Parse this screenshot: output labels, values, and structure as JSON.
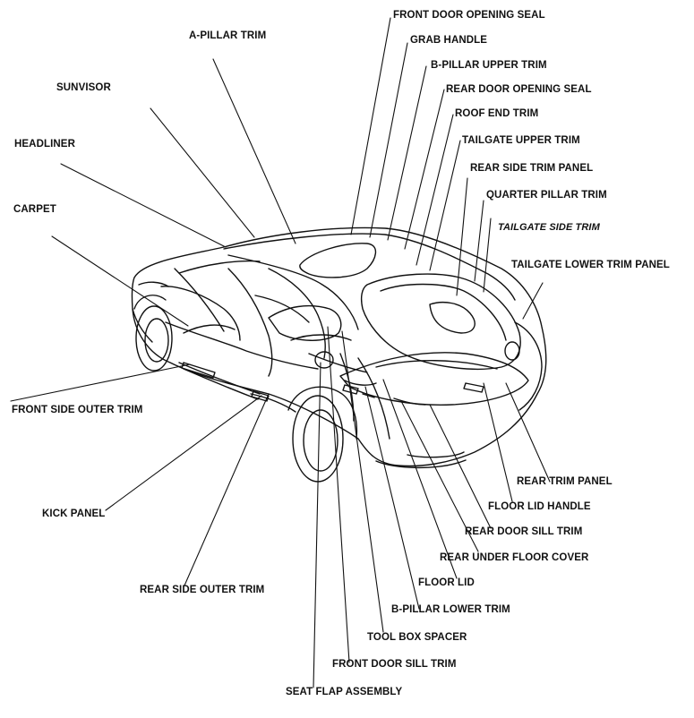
{
  "diagram": {
    "labels": [
      {
        "id": "front-door-opening-seal",
        "text": "FRONT DOOR OPENING SEAL"
      },
      {
        "id": "grab-handle",
        "text": "GRAB HANDLE"
      },
      {
        "id": "a-pillar-trim",
        "text": "A-PILLAR TRIM"
      },
      {
        "id": "b-pillar-upper-trim",
        "text": "B-PILLAR UPPER TRIM"
      },
      {
        "id": "sunvisor",
        "text": "SUNVISOR"
      },
      {
        "id": "rear-door-opening-seal",
        "text": "REAR DOOR OPENING SEAL"
      },
      {
        "id": "roof-end-trim",
        "text": "ROOF END TRIM"
      },
      {
        "id": "tailgate-upper-trim",
        "text": "TAILGATE UPPER TRIM"
      },
      {
        "id": "headliner",
        "text": "HEADLINER"
      },
      {
        "id": "rear-side-trim-panel",
        "text": "REAR SIDE TRIM PANEL"
      },
      {
        "id": "quarter-pillar-trim",
        "text": "QUARTER PILLAR TRIM"
      },
      {
        "id": "carpet",
        "text": "CARPET"
      },
      {
        "id": "tailgate-side-trim",
        "text": "TAILGATE SIDE TRIM"
      },
      {
        "id": "tailgate-lower-trim-panel",
        "text": "TAILGATE LOWER TRIM PANEL"
      },
      {
        "id": "front-side-outer-trim",
        "text": "FRONT SIDE OUTER TRIM"
      },
      {
        "id": "rear-trim-panel",
        "text": "REAR TRIM PANEL"
      },
      {
        "id": "floor-lid-handle",
        "text": "FLOOR LID HANDLE"
      },
      {
        "id": "kick-panel",
        "text": "KICK PANEL"
      },
      {
        "id": "rear-door-sill-trim",
        "text": "REAR DOOR SILL TRIM"
      },
      {
        "id": "rear-under-floor-cover",
        "text": "REAR UNDER FLOOR COVER"
      },
      {
        "id": "floor-lid",
        "text": "FLOOR LID"
      },
      {
        "id": "rear-side-outer-trim",
        "text": "REAR SIDE OUTER TRIM"
      },
      {
        "id": "b-pillar-lower-trim",
        "text": "B-PILLAR LOWER TRIM"
      },
      {
        "id": "tool-box-spacer",
        "text": "TOOL BOX SPACER"
      },
      {
        "id": "front-door-sill-trim",
        "text": "FRONT DOOR SILL TRIM"
      },
      {
        "id": "seat-flap-assembly",
        "text": "SEAT FLAP ASSEMBLY"
      }
    ]
  }
}
